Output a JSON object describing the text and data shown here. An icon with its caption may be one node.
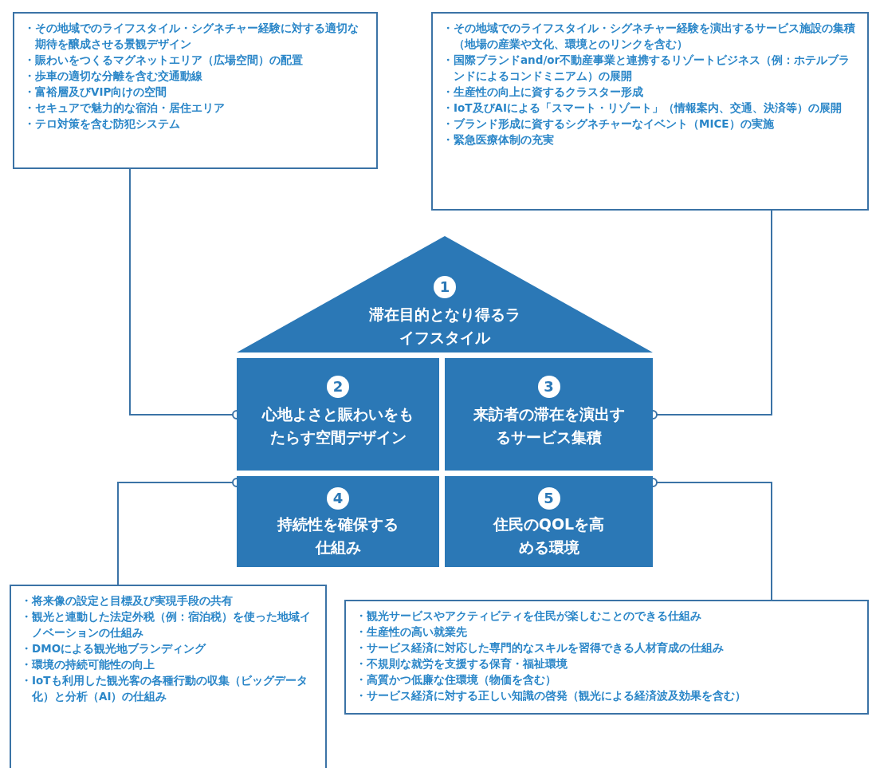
{
  "diagram": {
    "nodes": [
      {
        "text": [
          "・その地域でのライフスタイル・シグネチャー経験に対する適切な期待を醸成させる景観デザイン",
          "・賑わいをつくるマグネットエリア（広場空間）の配置",
          "・歩車の適切な分離を含む交通動線",
          "・富裕層及びVIP向けの空間",
          "・セキュアで魅力的な宿泊・居住エリア",
          "・テロ対策を含む防犯システム"
        ]
      },
      {
        "text": [
          "・その地域でのライフスタイル・シグネチャー経験を演出するサービス施設の集積（地場の産業や文化、環境とのリンクを含む）",
          "・国際ブランドand/or不動産事業と連携するリゾートビジネス（例：ホテルブランドによるコンドミニアム）の展開",
          "・生産性の向上に資するクラスター形成",
          "・IoT及びAIによる「スマート・リゾート」（情報案内、交通、決済等）の展開",
          "・ブランド形成に資するシグネチャーなイベント（MICE）の実施",
          "・緊急医療体制の充実"
        ]
      },
      {
        "text": [
          "1",
          "滞在目的となり得るライフスタイル"
        ]
      },
      {
        "text": [
          "2",
          "心地よさと賑わいをもたらす空間デザイン"
        ]
      },
      {
        "text": [
          "3",
          "来訪者の滞在を演出するサービス集積"
        ]
      },
      {
        "text": [
          "4",
          "持続性を確保する仕組み"
        ]
      },
      {
        "text": [
          "5",
          "住民のQOLを高める環境"
        ]
      },
      {
        "text": [
          "・将来像の設定と目標及び実現手段の共有",
          "・観光と連動した法定外税（例：宿泊税）を使った地域イノベーションの仕組み",
          "・DMOによる観光地ブランディング",
          "・環境の持続可能性の向上",
          "・IoTも利用した観光客の各種行動の収集（ビッグデータ化）と分析（AI）の仕組み"
        ]
      },
      {
        "text": [
          "・観光サービスやアクティビティを住民が楽しむことのできる仕組み",
          "・生産性の高い就業先",
          "・サービス経済に対応した専門的なスキルを習得できる人材育成の仕組み",
          "・不規則な就労を支援する保育・福祉環境",
          "・高質かつ低廉な住環境（物価を含む）",
          "・サービス経済に対する正しい知識の啓発（観光による経済波及効果を含む）"
        ]
      }
    ],
    "edges": [
      {
        "from": 0,
        "to": 3,
        "arrow": "other"
      },
      {
        "from": 1,
        "to": 4,
        "arrow": "other"
      },
      {
        "from": 7,
        "to": 5,
        "arrow": "other"
      },
      {
        "from": 8,
        "to": 6,
        "arrow": "other"
      }
    ]
  }
}
